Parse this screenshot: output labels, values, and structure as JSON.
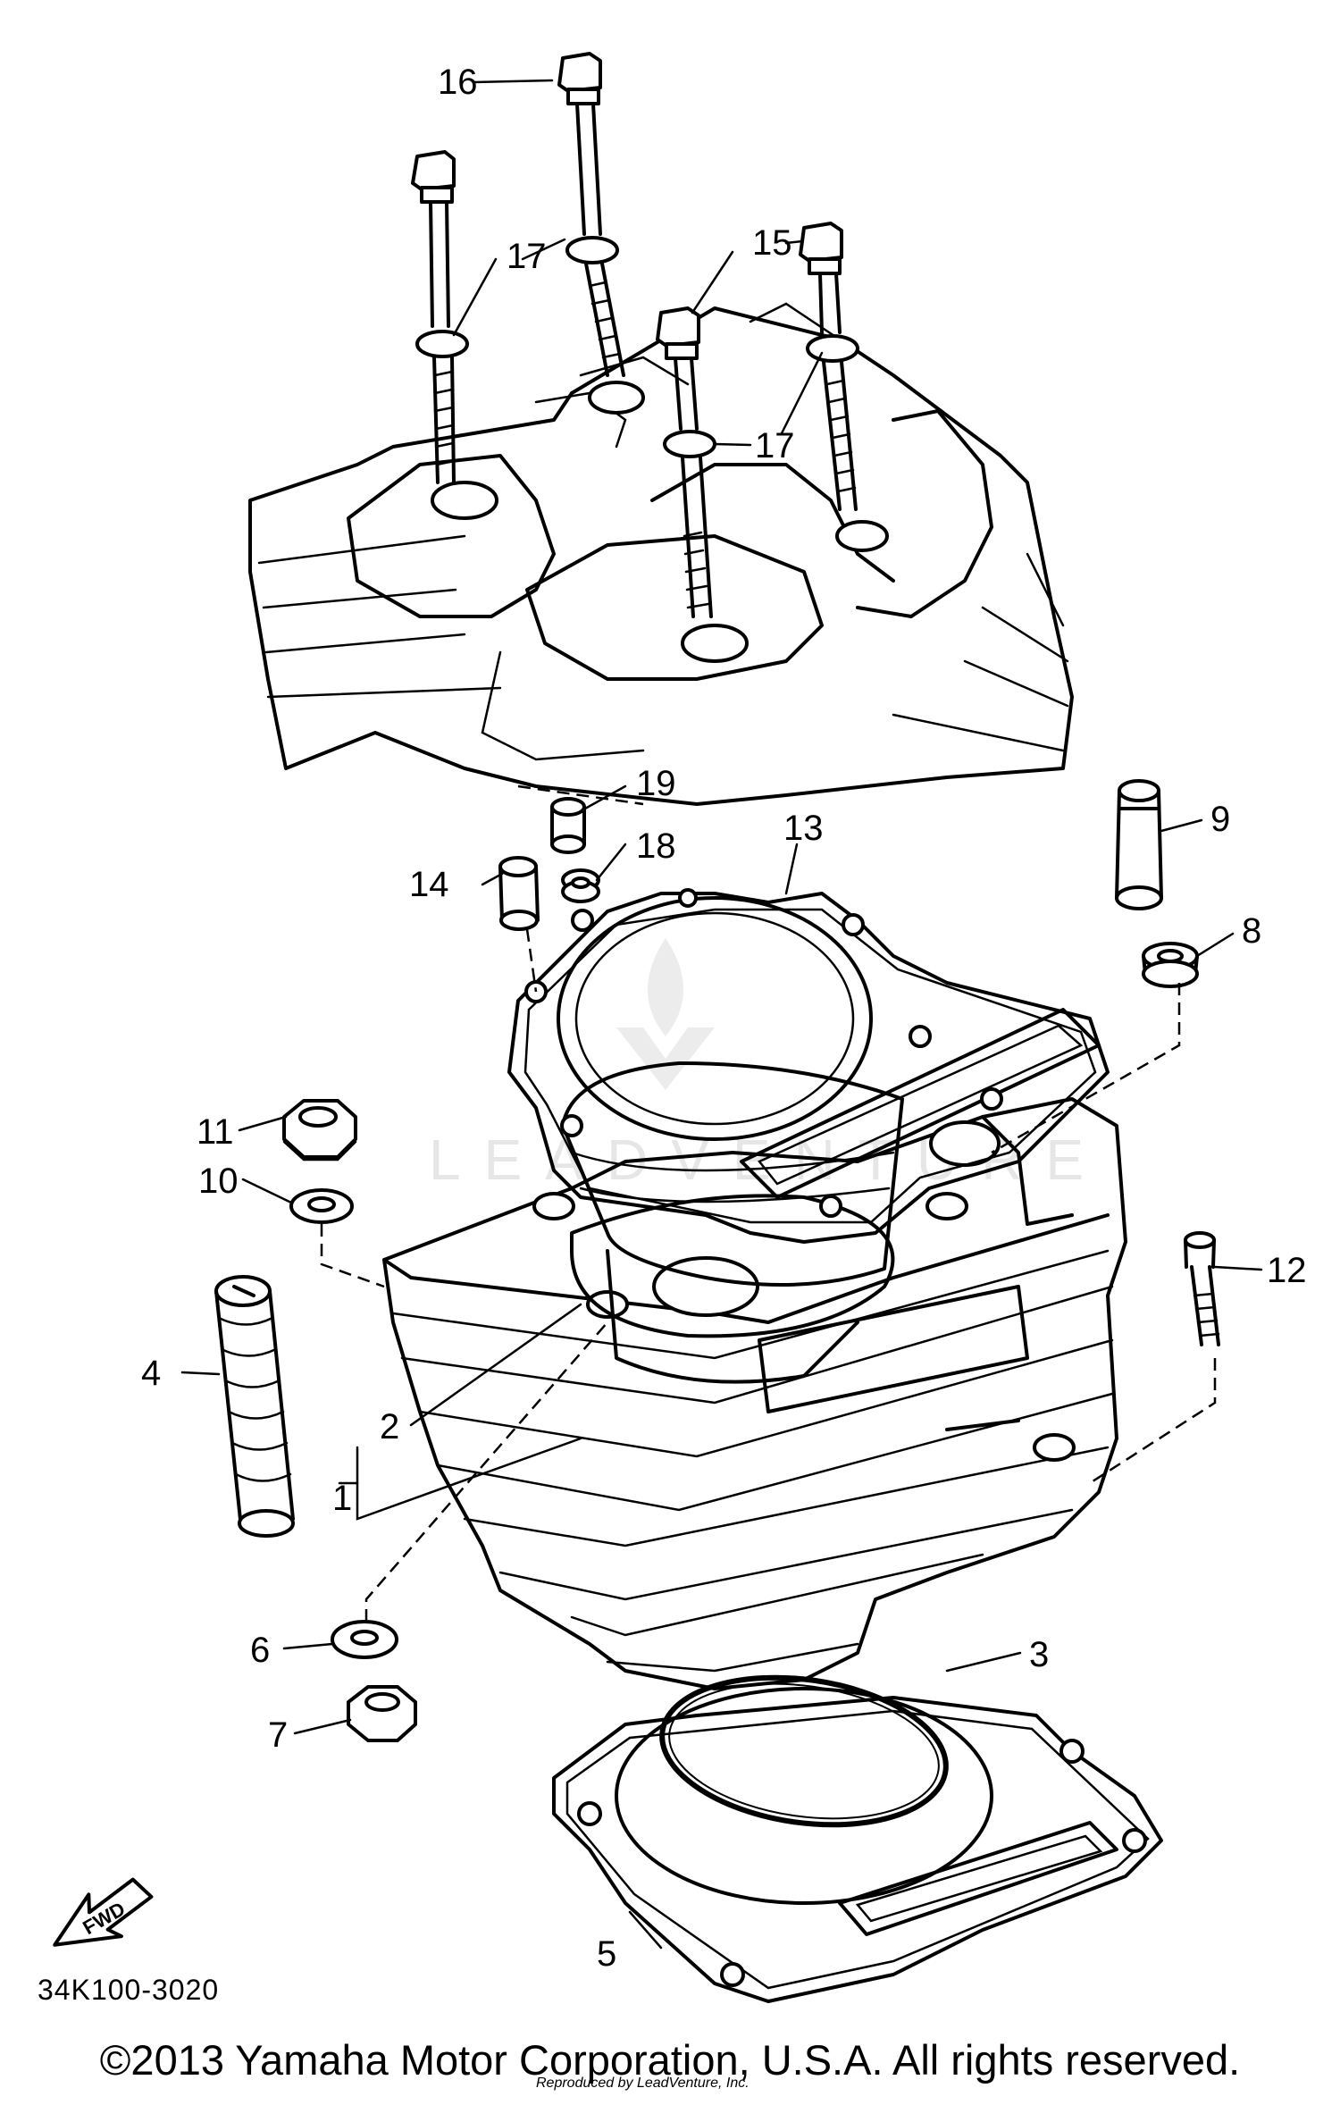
{
  "diagram_code": "34K100-3020",
  "copyright": "©2013 Yamaha Motor Corporation, U.S.A. All rights reserved.",
  "fwd_label": "FWD",
  "watermark": "LEADVENTURE",
  "footer_small": "Reproduced by LeadVenture, Inc.",
  "callouts": {
    "c1": "1",
    "c2": "2",
    "c3": "3",
    "c4": "4",
    "c5": "5",
    "c6": "6",
    "c7": "7",
    "c8": "8",
    "c9": "9",
    "c10": "10",
    "c11": "11",
    "c12": "12",
    "c13": "13",
    "c14": "14",
    "c15": "15",
    "c16": "16",
    "c17a": "17",
    "c17b": "17",
    "c17c": "17",
    "c18": "18",
    "c19": "19"
  }
}
